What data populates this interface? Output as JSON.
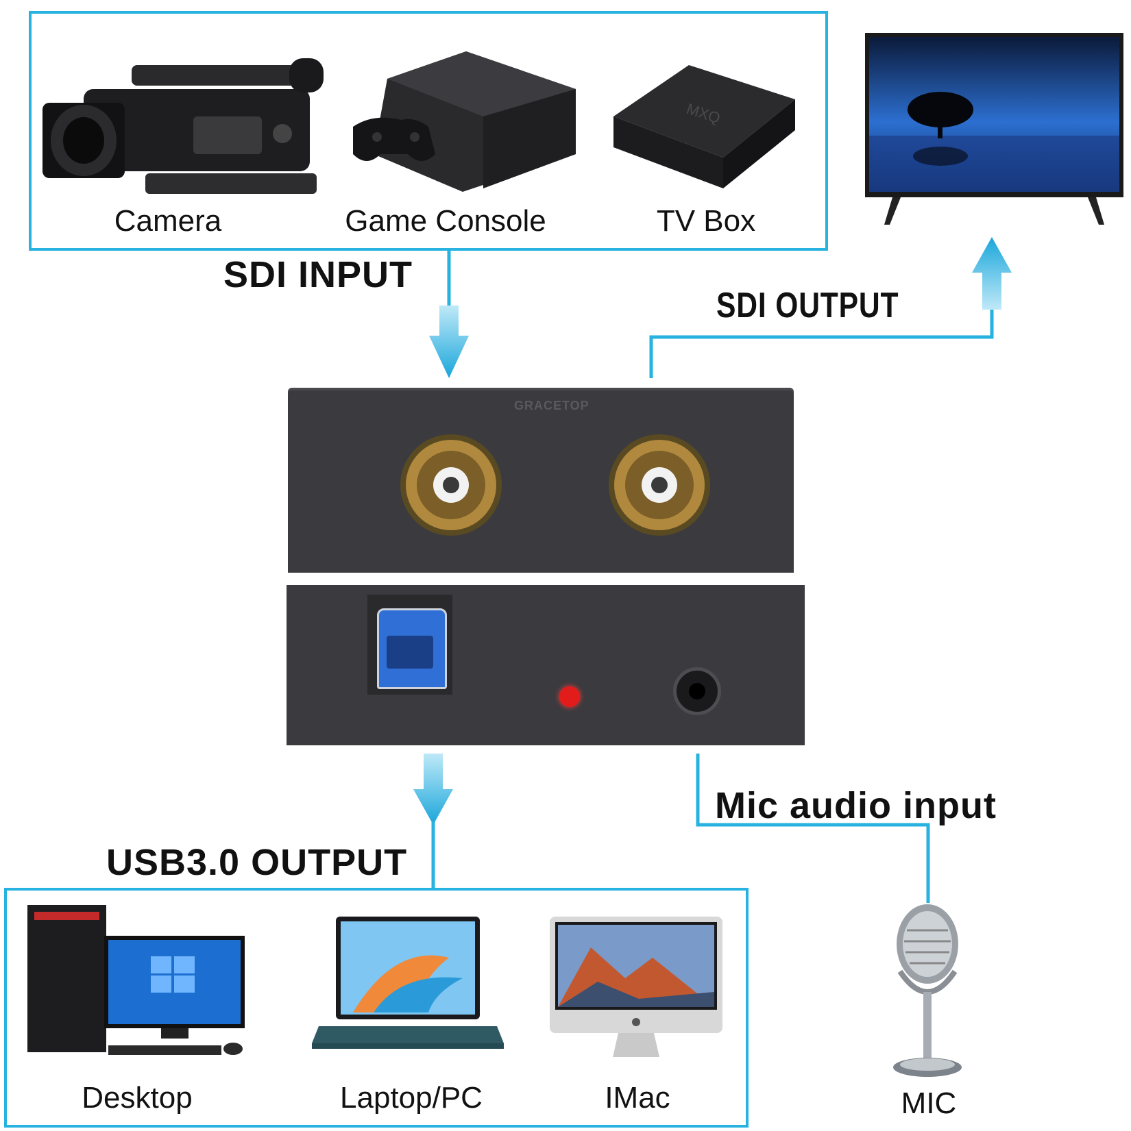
{
  "input_group": {
    "devices": [
      {
        "id": "camera",
        "label": "Camera"
      },
      {
        "id": "game-console",
        "label": "Game Console"
      },
      {
        "id": "tv-box",
        "label": "TV Box"
      }
    ]
  },
  "headings": {
    "sdi_input": "SDI INPUT",
    "sdi_output": "SDI OUTPUT",
    "usb_output": "USB3.0 OUTPUT",
    "mic_input": "Mic audio input"
  },
  "converter": {
    "brand": "GRACETOP"
  },
  "output_group": {
    "devices": [
      {
        "id": "desktop",
        "label": "Desktop"
      },
      {
        "id": "laptop",
        "label": "Laptop/PC"
      },
      {
        "id": "imac",
        "label": "IMac"
      }
    ]
  },
  "mic": {
    "label": "MIC"
  },
  "colors": {
    "accent_line": "#27b2df",
    "arrow_light": "#8fd8f2",
    "arrow_dark": "#1aa6da",
    "device_body": "#3a3a3e",
    "led": "#e21b1b",
    "usb_port": "#2f6fd6"
  }
}
